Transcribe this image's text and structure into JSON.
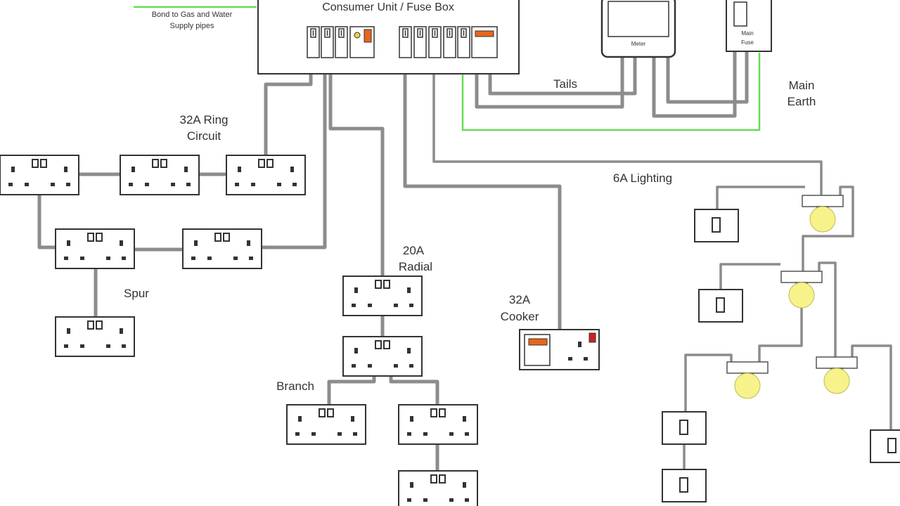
{
  "consumer_unit": {
    "title": "Consumer Unit / Fuse Box"
  },
  "bond": {
    "line1": "Bond to Gas and Water",
    "line2": "Supply pipes"
  },
  "meter": {
    "label": "Meter"
  },
  "main_fuse": {
    "line1": "Main",
    "line2": "Fuse"
  },
  "tails": {
    "label": "Tails"
  },
  "main_earth": {
    "line1": "Main",
    "line2": "Earth"
  },
  "ring": {
    "line1": "32A Ring",
    "line2": "Circuit"
  },
  "spur": {
    "label": "Spur"
  },
  "radial": {
    "line1": "20A",
    "line2": "Radial"
  },
  "branch": {
    "label": "Branch"
  },
  "cooker": {
    "line1": "32A",
    "line2": "Cooker"
  },
  "lighting": {
    "label": "6A Lighting"
  },
  "colors": {
    "cable": "#8c8c8c",
    "earth": "#66dd55",
    "switch_accent": "#e8661a",
    "neon": "#cc2222",
    "bulb": "#f7f28a",
    "outline": "#333333"
  }
}
